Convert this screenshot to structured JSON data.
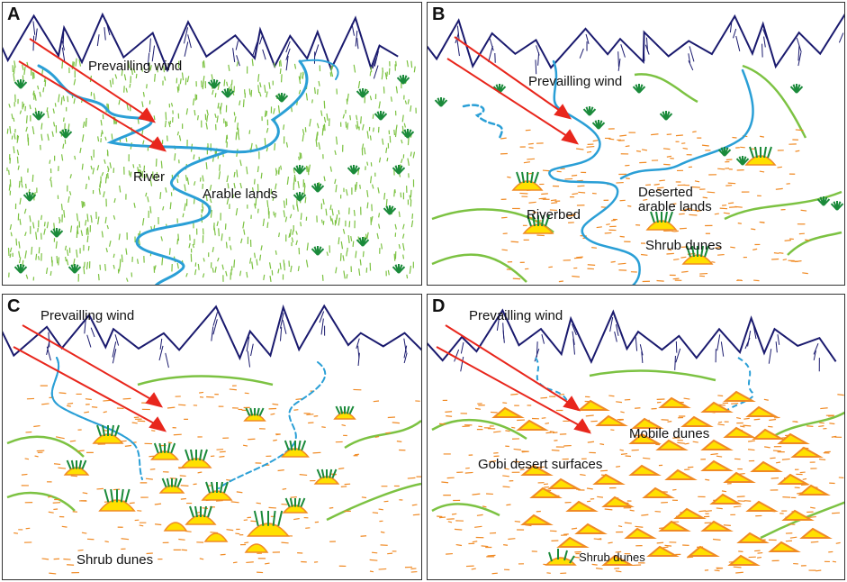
{
  "panels": [
    {
      "letter": "A",
      "labels": {
        "wind": "Prevailling wind",
        "river": "River",
        "arable": "Arable lands"
      }
    },
    {
      "letter": "B",
      "labels": {
        "wind": "Prevailling wind",
        "deserted": "Deserted\narable lands",
        "riverbed": "Riverbed",
        "shrub": "Shrub dunes"
      }
    },
    {
      "letter": "C",
      "labels": {
        "wind": "Prevailling wind",
        "shrub": "Shrub dunes"
      }
    },
    {
      "letter": "D",
      "labels": {
        "wind": "Prevailling wind",
        "mobile": "Mobile dunes",
        "gobi": "Gobi desert surfaces",
        "shrub": "Shrub dunes"
      }
    }
  ],
  "colors": {
    "mountain": "#1a1a6e",
    "vegetation": "#7cc242",
    "shrub": "#1a8a3a",
    "river": "#2a9fd6",
    "wind_arrow": "#e8261c",
    "sand": "#f08a24",
    "dune_fill": "#ffe000"
  }
}
